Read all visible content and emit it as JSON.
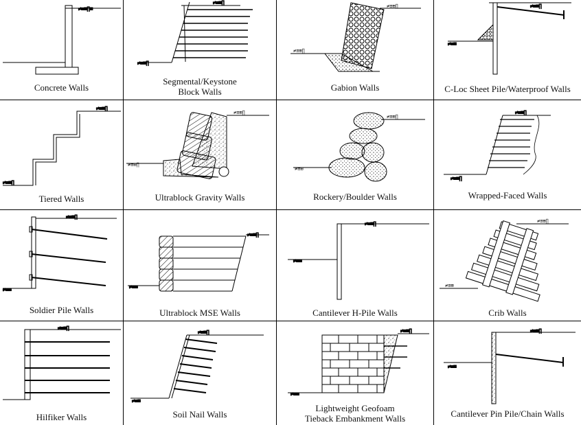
{
  "captions": {
    "c0": [
      "Concrete Walls"
    ],
    "c1": [
      "Segmental/Keystone",
      "Block Walls"
    ],
    "c2": [
      "Gabion Walls"
    ],
    "c3": [
      "C-Loc Sheet Pile/Waterproof Walls"
    ],
    "c4": [
      "Tiered Walls"
    ],
    "c5": [
      "Ultrablock Gravity Walls"
    ],
    "c6": [
      "Rockery/Boulder Walls"
    ],
    "c7": [
      "Wrapped-Faced Walls"
    ],
    "c8": [
      "Soldier Pile Walls"
    ],
    "c9": [
      "Ultrablock MSE Walls"
    ],
    "c10": [
      "Cantilever H-Pile Walls"
    ],
    "c11": [
      "Crib Walls"
    ],
    "c12": [
      "Hilfiker Walls"
    ],
    "c13": [
      "Soil Nail Walls"
    ],
    "c14": [
      "Lightweight Geofoam",
      "Tieback Embankment Walls"
    ],
    "c15": [
      "Cantilever Pin Pile/Chain Walls"
    ]
  },
  "colors": {
    "line": "#000000",
    "fill": "#ffffff",
    "hatch": "#333333"
  }
}
